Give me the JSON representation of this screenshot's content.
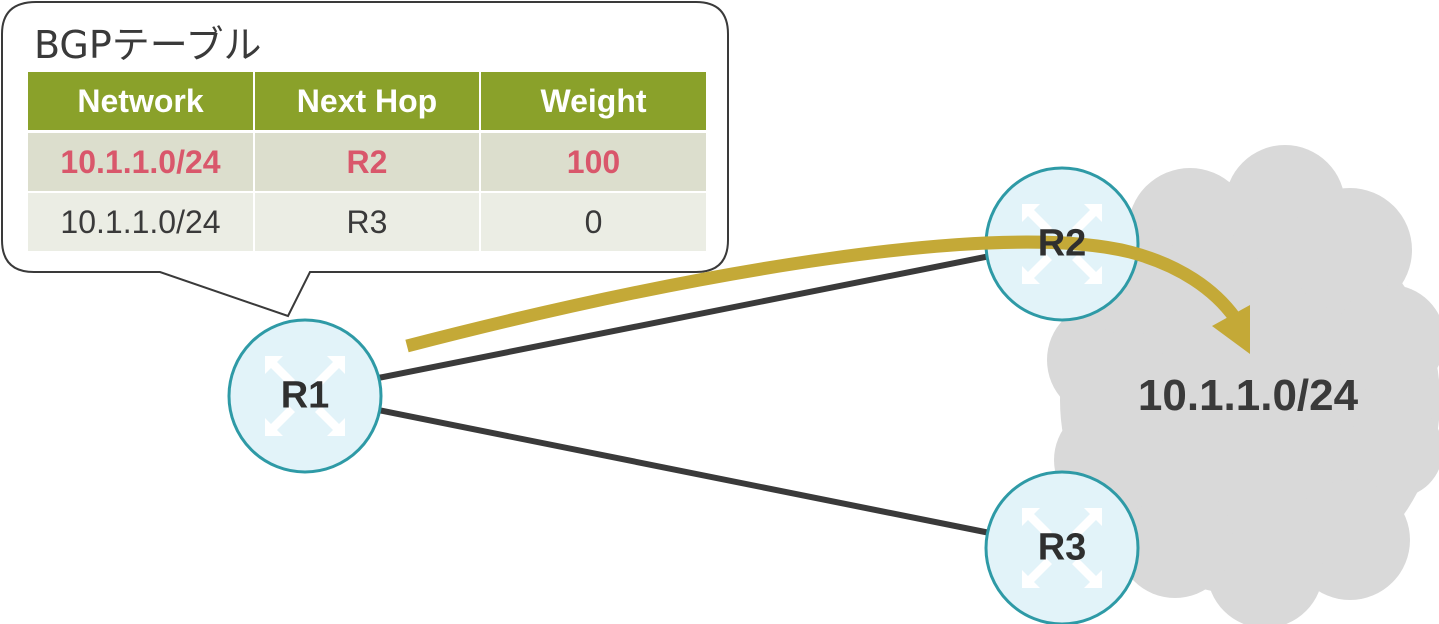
{
  "bubble": {
    "title": "BGPテーブル"
  },
  "bgp_table": {
    "headers": [
      "Network",
      "Next Hop",
      "Weight"
    ],
    "rows": [
      {
        "network": "10.1.1.0/24",
        "next_hop": "R2",
        "weight": "100",
        "highlighted": true
      },
      {
        "network": "10.1.1.0/24",
        "next_hop": "R3",
        "weight": "0",
        "highlighted": false
      }
    ]
  },
  "routers": [
    {
      "label": "R1"
    },
    {
      "label": "R2"
    },
    {
      "label": "R3"
    }
  ],
  "destination": {
    "label": "10.1.1.0/24"
  },
  "colors": {
    "header_green": "#8aa12a",
    "best_path_text": "#d9576b",
    "path_arrow": "#c4a937",
    "router_fill": "#e2f3f9",
    "router_stroke": "#2e9aa6",
    "cloud": "#d9d9d9",
    "link": "#3a3a3a"
  }
}
